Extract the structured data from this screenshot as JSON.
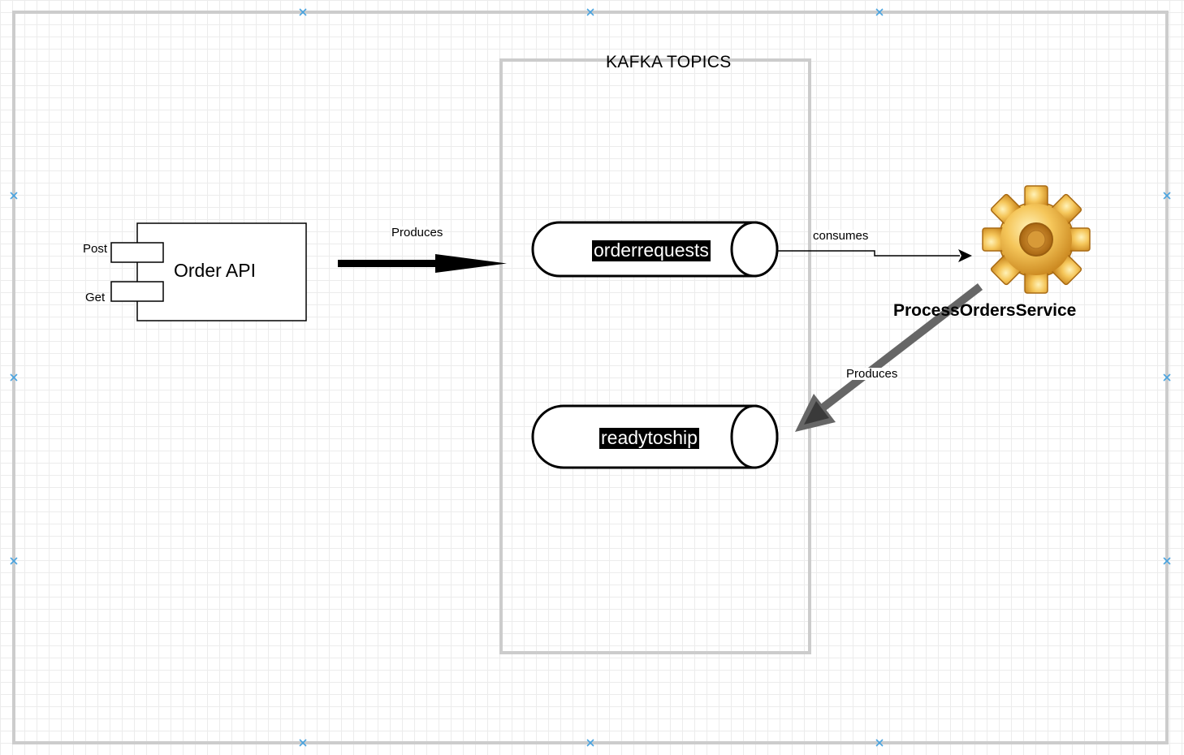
{
  "diagram": {
    "container_title": "KAFKA TOPICS",
    "component": {
      "name": "Order API",
      "ports": [
        "Post",
        "Get"
      ]
    },
    "topics": [
      "orderrequests",
      "readytoship"
    ],
    "service": {
      "name": "ProcessOrdersService",
      "icon": "gear-icon"
    },
    "edges": {
      "api_to_topic": "Produces",
      "topic_to_service": "consumes",
      "service_to_topic": "Produces"
    }
  },
  "colors": {
    "frame": "#cccccc",
    "selection_handle": "#4aa3df",
    "gear_fill": "#f0b94a",
    "service_arrow": "#666666"
  }
}
